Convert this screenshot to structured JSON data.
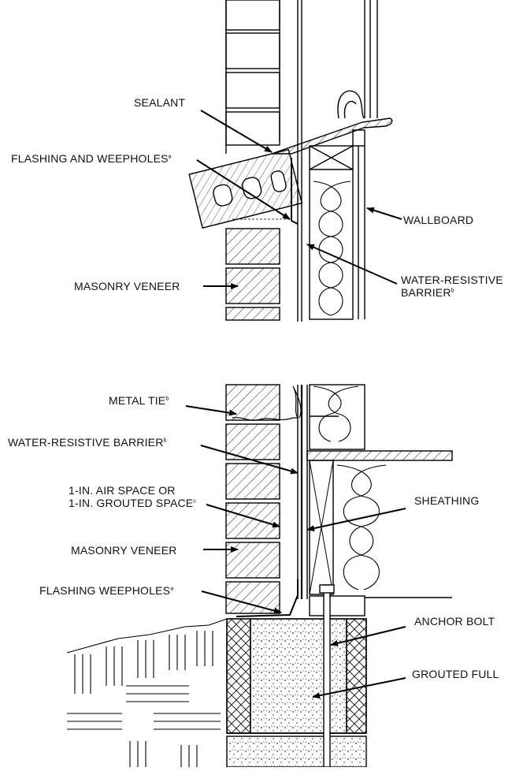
{
  "top_detail": {
    "labels": {
      "sealant": "SEALANT",
      "flashing": "FLASHING AND WEEPHOLES",
      "flashing_note": "a",
      "wallboard": "WALLBOARD",
      "masonry_veneer": "MASONRY VENEER",
      "wrb_line1": "WATER-RESISTIVE",
      "wrb_line2": "BARRIER",
      "wrb_note": "b"
    }
  },
  "bottom_detail": {
    "labels": {
      "metal_tie": "METAL TIE",
      "metal_tie_note": "b",
      "wrb": "WATER-RESISTIVE BARRIER",
      "wrb_note": "b",
      "air_space_line1": "1-IN. AIR SPACE OR",
      "air_space_line2": "1-IN. GROUTED SPACE",
      "air_space_note": "c",
      "sheathing": "SHEATHING",
      "masonry_veneer": "MASONRY VENEER",
      "flashing_weepholes": "FLASHING WEEPHOLES",
      "flashing_note": "a",
      "anchor_bolt": "ANCHOR BOLT",
      "grouted_full": "GROUTED FULL"
    }
  }
}
